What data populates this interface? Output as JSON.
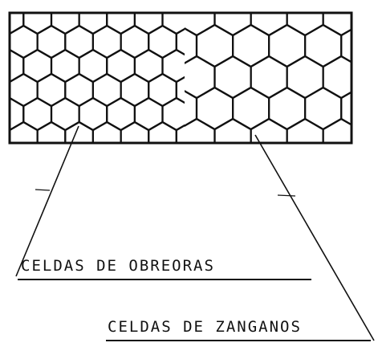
{
  "labels": {
    "worker_cells": "CELDAS  DE  OBREORAS",
    "drone_cells": "CELDAS  DE  ZANGANOS"
  },
  "cell_size_ratio": {
    "worker": 1.0,
    "drone": 1.3
  }
}
